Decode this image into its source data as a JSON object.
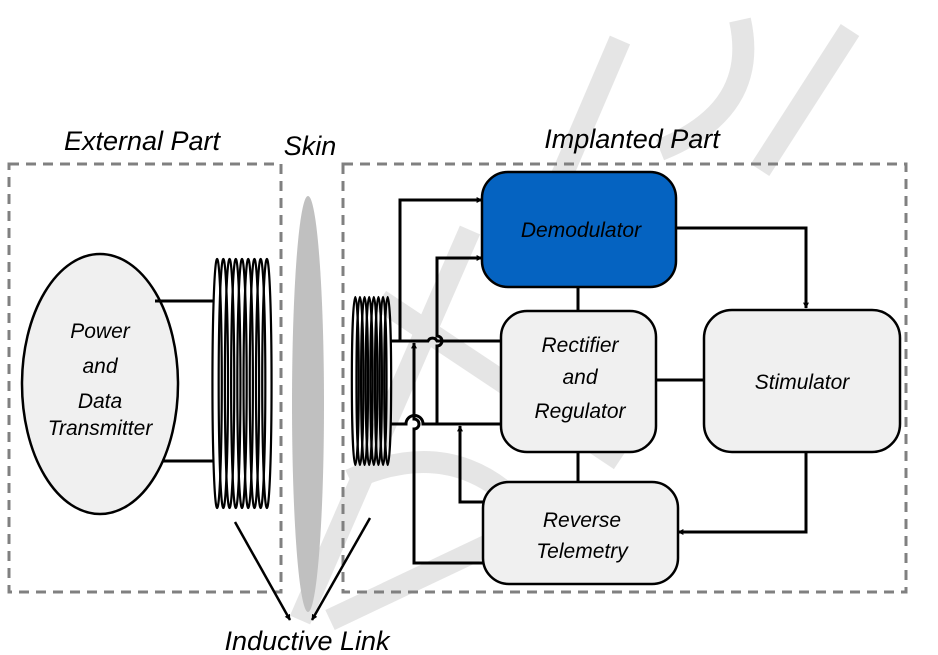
{
  "diagram": {
    "title": "Inductive link power and data transfer system",
    "sections": {
      "external": "External Part",
      "skin": "Skin",
      "implanted": "Implanted Part",
      "link": "Inductive Link"
    },
    "blocks": {
      "transmitter": [
        "Power",
        "and",
        "Data",
        "Transmitter"
      ],
      "demodulator": [
        "Demodulator"
      ],
      "rectifier": [
        "Rectifier",
        "and",
        "Regulator"
      ],
      "stimulator": [
        "Stimulator"
      ],
      "telemetry": [
        "Reverse",
        "Telemetry"
      ]
    },
    "colors": {
      "demodulator_fill": "#0563C1",
      "block_fill": "#F0F0F0",
      "skin_fill": "#C0C0C0",
      "dash_stroke": "#808080"
    },
    "connections": [
      {
        "from": "transmitter",
        "to": "external-coil"
      },
      {
        "from": "internal-coil",
        "to": "rectifier"
      },
      {
        "from": "internal-coil",
        "to": "demodulator",
        "arrow": true
      },
      {
        "from": "demodulator",
        "to": "stimulator",
        "arrow": true
      },
      {
        "from": "demodulator",
        "to": "rectifier"
      },
      {
        "from": "rectifier",
        "to": "stimulator"
      },
      {
        "from": "rectifier",
        "to": "telemetry"
      },
      {
        "from": "stimulator",
        "to": "telemetry",
        "arrow": true
      },
      {
        "from": "telemetry",
        "to": "internal-coil",
        "arrow": true
      }
    ]
  }
}
